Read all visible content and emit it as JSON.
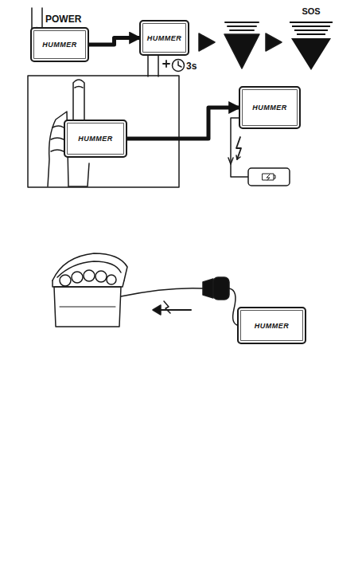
{
  "diagram": {
    "nodes": [
      {
        "text": [
          "HUMMER"
        ]
      },
      {
        "text": [
          "HUMMER"
        ]
      },
      {
        "text": [
          "SOS"
        ]
      },
      {
        "text": [
          "HUMMER"
        ]
      },
      {
        "text": [
          "HUMMER"
        ]
      },
      {
        "text": [
          "HUMMER"
        ]
      }
    ],
    "edges": [
      {
        "from": 0,
        "to": 1,
        "arrow": "to"
      },
      {
        "from": 3,
        "to": 4,
        "arrow": "to"
      }
    ],
    "labels": [
      "POWER",
      "3s"
    ]
  }
}
